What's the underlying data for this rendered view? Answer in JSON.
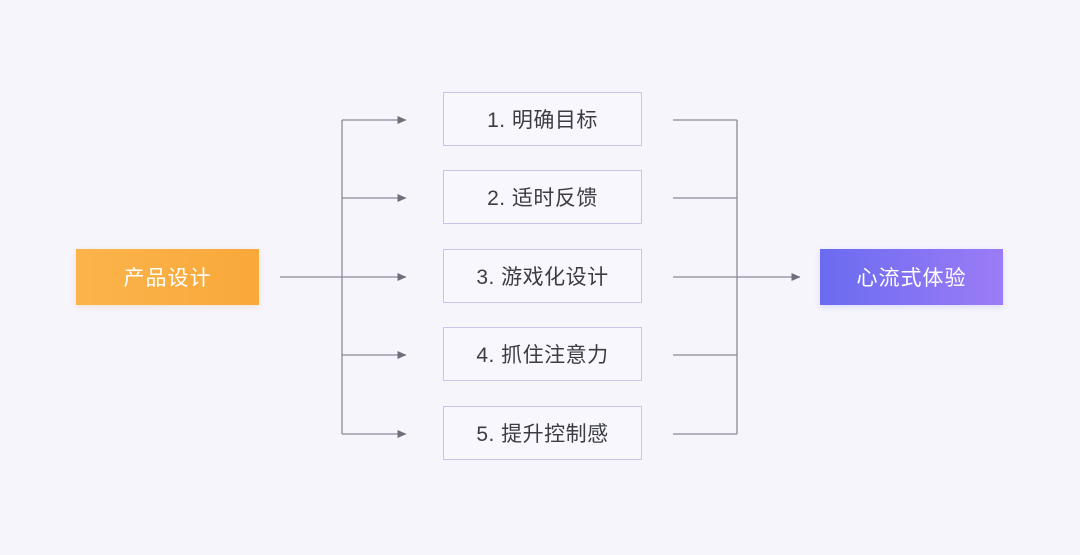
{
  "diagram": {
    "title_source": "产品设计",
    "title_target": "心流式体验",
    "background_color": "#F6F5FC",
    "source_node": {
      "label": "产品设计",
      "color_start": "#FBB44B",
      "color_end": "#F9A83A",
      "text_color": "#FFFFFF"
    },
    "target_node": {
      "label": "心流式体验",
      "color_start": "#6A6BF0",
      "color_end": "#9C7CF6",
      "text_color": "#FFFFFF"
    },
    "steps": [
      {
        "index": "1.",
        "label": "1. 明确目标"
      },
      {
        "index": "2.",
        "label": "2. 适时反馈"
      },
      {
        "index": "3.",
        "label": "3. 游戏化设计"
      },
      {
        "index": "4.",
        "label": "4. 抓住注意力"
      },
      {
        "index": "5.",
        "label": "5. 提升控制感"
      }
    ],
    "step_style": {
      "border_color": "#C9C4EC",
      "fill_color": "#F8F7FD",
      "text_color": "#3C3C46"
    },
    "connector_color": "#7C7C8A"
  }
}
